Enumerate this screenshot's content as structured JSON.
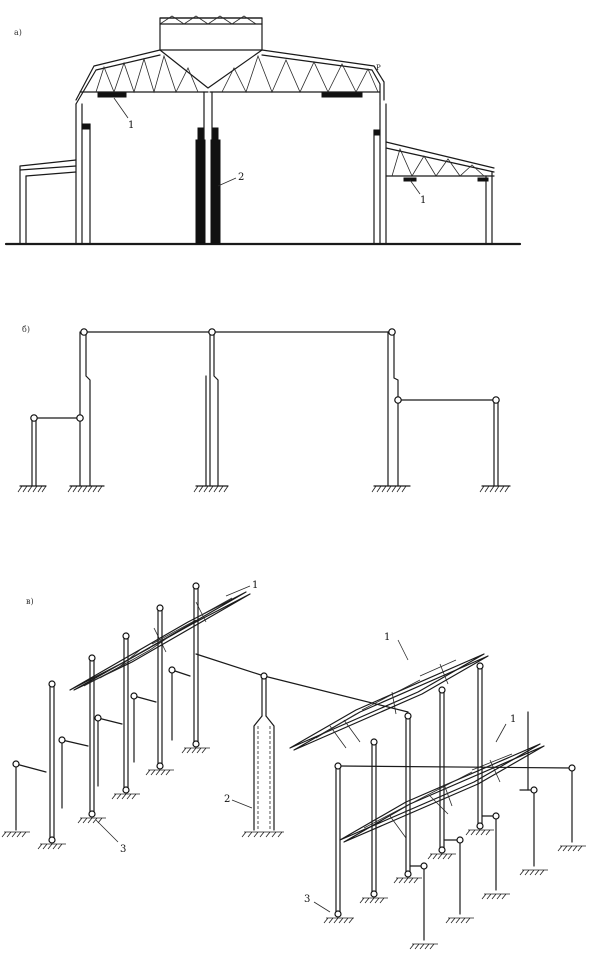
{
  "panels": {
    "a": {
      "label": "а)",
      "callouts": {
        "truss_left": "1",
        "column_mid": "2",
        "truss_right": "1"
      }
    },
    "b": {
      "label": "б)"
    },
    "c": {
      "label": "в)",
      "callouts": {
        "top_left": "1",
        "right_upper": "1",
        "right_lower": "1",
        "mid_column": "2",
        "base_left": "3",
        "base_right": "3"
      }
    }
  }
}
